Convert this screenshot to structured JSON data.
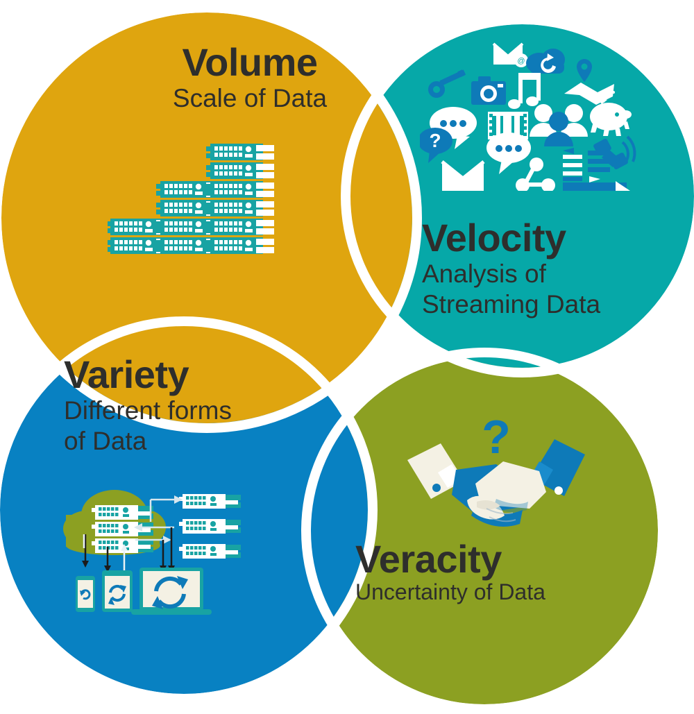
{
  "infographic": {
    "theme": "Four V's of Big Data",
    "palette": {
      "volume": "#DFA50F",
      "velocity": "#06A8A8",
      "variety": "#0881C2",
      "veracity": "#8CA022",
      "text": "#2E2E2C",
      "white": "#FFFFFF",
      "cream": "#F4F1E4",
      "server_teal": "#18A3A3",
      "deep_blue": "#0E7AB8"
    },
    "sections": [
      {
        "key": "volume",
        "title": "Volume",
        "subtitle": "Scale of Data",
        "color": "#DFA50F",
        "illustration": "server-stack-pyramid-icon",
        "illustration_desc": "Stacked tiers of rack servers forming a staircase"
      },
      {
        "key": "velocity",
        "title": "Velocity",
        "subtitle_line1": "Analysis of",
        "subtitle_line2": "Streaming Data",
        "color": "#06A8A8",
        "illustration": "media-icon-cloud-icon",
        "illustration_desc": "Cluster of media and communication icons",
        "icons": [
          "email-at-icon",
          "cloud-sync-icon",
          "map-pin-icon",
          "key-icon",
          "camera-icon",
          "music-note-icon",
          "open-map-icon",
          "piggy-bank-icon",
          "film-strip-icon",
          "chat-bubble-icon",
          "question-bubble-icon",
          "users-group-icon",
          "satellite-signal-icon",
          "envelope-icon",
          "chat-bubble-icon",
          "share-node-icon",
          "data-transfer-icon",
          "search-bar-cursor-icon"
        ]
      },
      {
        "key": "variety",
        "title": "Variety",
        "subtitle_line1": "Different forms",
        "subtitle_line2": "of Data",
        "color": "#0881C2",
        "illustration": "cloud-sync-devices-icon",
        "illustration_desc": "Cloud with servers linked by arrows to racks, phone, tablet and laptop",
        "icons": [
          "cloud-icon",
          "server-rack-icon",
          "arrow-icon",
          "smartphone-sync-icon",
          "tablet-sync-icon",
          "laptop-sync-icon"
        ]
      },
      {
        "key": "veracity",
        "title": "Veracity",
        "subtitle": "Uncertainty of Data",
        "color": "#8CA022",
        "illustration": "handshake-question-icon",
        "illustration_desc": "Two hands shaking beneath a question mark",
        "question_mark": "?"
      }
    ]
  }
}
